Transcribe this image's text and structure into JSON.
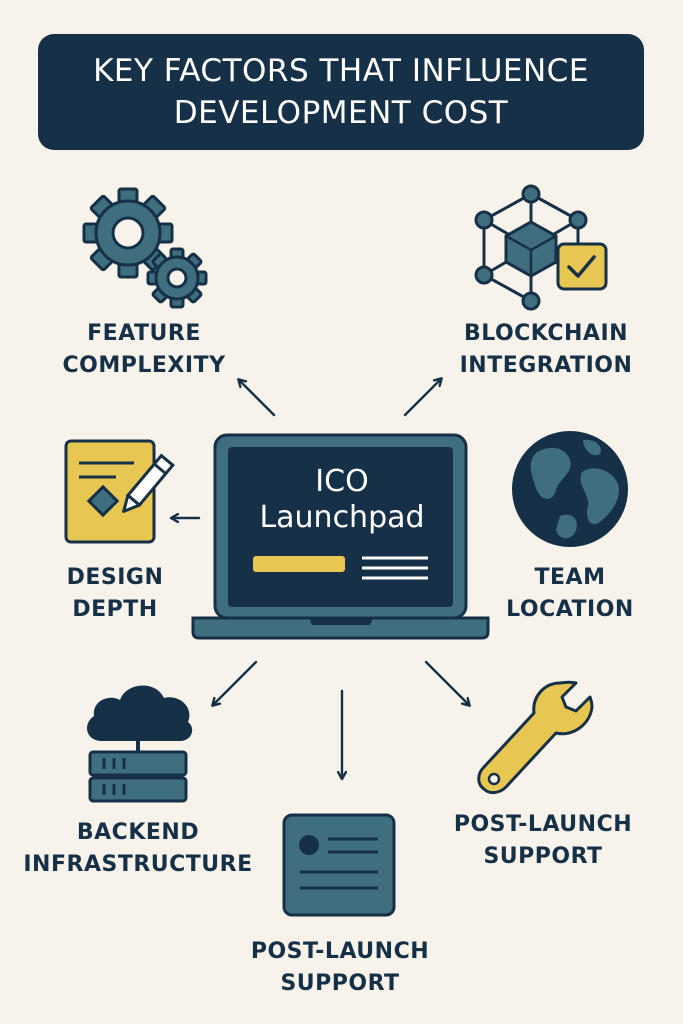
{
  "title": {
    "line1": "KEY FACTORS THAT INFLUENCE",
    "line2": "DEVELOPMENT COST"
  },
  "center": {
    "line1": "ICO",
    "line2": "Launchpad"
  },
  "factors": {
    "feature": {
      "line1": "FEATURE",
      "line2": "COMPLEXITY",
      "icon": "gears-icon"
    },
    "blockchain": {
      "line1": "BLOCKCHAIN",
      "line2": "INTEGRATION",
      "icon": "blockchain-network-icon"
    },
    "design": {
      "line1": "DESIGN",
      "line2": "DEPTH",
      "icon": "design-document-pen-icon"
    },
    "team": {
      "line1": "TEAM",
      "line2": "LOCATION",
      "icon": "globe-icon"
    },
    "backend": {
      "line1": "BACKEND",
      "line2": "INFRASTRUCTURE",
      "icon": "cloud-server-icon"
    },
    "support_right": {
      "line1": "POST-LAUNCH",
      "line2": "SUPPORT",
      "icon": "wrench-icon"
    },
    "support_bottom": {
      "line1": "POST-LAUNCH",
      "line2": "SUPPORT",
      "icon": "document-card-icon"
    }
  },
  "colors": {
    "navy": "#163047",
    "teal": "#3f6f7f",
    "yellow": "#e8c652",
    "background": "#f8f3ea"
  }
}
